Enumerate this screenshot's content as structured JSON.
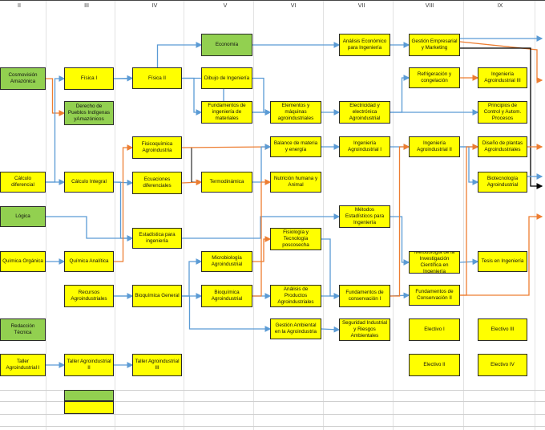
{
  "columns": [
    "II",
    "III",
    "IV",
    "V",
    "VI",
    "VII",
    "VIII",
    "IX"
  ],
  "colors": {
    "yellow": "#ffff00",
    "green": "#92d050",
    "blue": "#5b9bd5",
    "orange": "#ed7d31",
    "black": "#000000"
  },
  "nodes": [
    {
      "id": "cosmovision",
      "label": "Cosmovisión Amazónica",
      "fill": "green"
    },
    {
      "id": "logica",
      "label": "Lógica",
      "fill": "green"
    },
    {
      "id": "redaccion",
      "label": "Redacción Técnica",
      "fill": "green"
    },
    {
      "id": "calculo_dif",
      "label": "Cálculo diferencial",
      "fill": "yellow"
    },
    {
      "id": "quimica_org",
      "label": "Química Orgánica",
      "fill": "yellow"
    },
    {
      "id": "taller1",
      "label": "Taller Agroindustrial I",
      "fill": "yellow"
    },
    {
      "id": "fisica1",
      "label": "Física I",
      "fill": "yellow"
    },
    {
      "id": "derecho",
      "label": "Derecho de Pueblos Indígenas yAmazónicos",
      "fill": "green"
    },
    {
      "id": "calculo_int",
      "label": "Cálculo Integral",
      "fill": "yellow"
    },
    {
      "id": "quimica_an",
      "label": "Química Analítica",
      "fill": "yellow"
    },
    {
      "id": "recursos",
      "label": "Recursos Agroindustriales",
      "fill": "yellow"
    },
    {
      "id": "taller2",
      "label": "Taller Agroindustrial II",
      "fill": "yellow"
    },
    {
      "id": "blank_green",
      "label": "",
      "fill": "green"
    },
    {
      "id": "blank_yellow",
      "label": "",
      "fill": "yellow"
    },
    {
      "id": "fisica2",
      "label": "Física II",
      "fill": "yellow"
    },
    {
      "id": "fisicoquimica",
      "label": "Fisicoquímica Agroindustria",
      "fill": "yellow"
    },
    {
      "id": "ecuaciones",
      "label": "Ecuaciones diferenciales",
      "fill": "yellow"
    },
    {
      "id": "estadistica",
      "label": "Estadística para ingeniería",
      "fill": "yellow"
    },
    {
      "id": "bioquimica",
      "label": "Bioquímica General",
      "fill": "yellow"
    },
    {
      "id": "taller3",
      "label": "Taller Agroindustrial III",
      "fill": "yellow"
    },
    {
      "id": "economia",
      "label": "Economía",
      "fill": "green"
    },
    {
      "id": "dibujo",
      "label": "Dibujo de Ingeniería",
      "fill": "yellow"
    },
    {
      "id": "fundamentos_mat",
      "label": "Fundamentos de ingeniería de materiales",
      "fill": "yellow"
    },
    {
      "id": "termodinamica",
      "label": "Termodinámica",
      "fill": "yellow"
    },
    {
      "id": "microbiologia",
      "label": "Microbiología Agroindustrial",
      "fill": "yellow"
    },
    {
      "id": "bioquimica_agro",
      "label": "Bioquímica Agroindustrial",
      "fill": "yellow"
    },
    {
      "id": "elementos",
      "label": "Elementos y máquinas agroindustriales",
      "fill": "yellow"
    },
    {
      "id": "balance",
      "label": "Balance de materia y energía",
      "fill": "yellow"
    },
    {
      "id": "nutricion",
      "label": "Nutrición humana y Animal",
      "fill": "yellow"
    },
    {
      "id": "fisiologia",
      "label": "Fisiología y Tecnología poscosecha",
      "fill": "yellow"
    },
    {
      "id": "analisis_prod",
      "label": "Análisis de Productos Agroindustriales",
      "fill": "yellow"
    },
    {
      "id": "gestion_amb",
      "label": "Gestión Ambiental en la Agroindustria",
      "fill": "yellow"
    },
    {
      "id": "analisis_eco",
      "label": "Análisis Económico para Ingeniería",
      "fill": "yellow"
    },
    {
      "id": "electricidad",
      "label": "Electricidad y electrónica Agroindustrial",
      "fill": "yellow"
    },
    {
      "id": "ing_agro1",
      "label": "Ingeniería Agroindustrial I",
      "fill": "yellow"
    },
    {
      "id": "metodos_est",
      "label": "Métodos Estadísticos para Ingeniería",
      "fill": "yellow"
    },
    {
      "id": "fund_cons1",
      "label": "Fundamentos de conservación I",
      "fill": "yellow"
    },
    {
      "id": "seguridad",
      "label": "Seguridad Industrial y Riesgos Ambientales",
      "fill": "yellow"
    },
    {
      "id": "gestion_emp",
      "label": "Gestión Empresarial y Marketing",
      "fill": "yellow"
    },
    {
      "id": "refrigeracion",
      "label": "Refrigeración y congelación",
      "fill": "yellow"
    },
    {
      "id": "ing_agro2",
      "label": "Ingeniería Agroindustrial II",
      "fill": "yellow"
    },
    {
      "id": "metodologia",
      "label": "Metodología de la Investigación Científica en Ingeniería",
      "fill": "yellow"
    },
    {
      "id": "fund_cons2",
      "label": "Fundamentos de Conservación II",
      "fill": "yellow"
    },
    {
      "id": "electivo1",
      "label": "Electivo I",
      "fill": "yellow"
    },
    {
      "id": "electivo2",
      "label": "Electivo II",
      "fill": "yellow"
    },
    {
      "id": "ing_agro3",
      "label": "Ingeniería Agroindustrial III",
      "fill": "yellow"
    },
    {
      "id": "principios",
      "label": "Principios de Control y Autom. Procesos",
      "fill": "yellow"
    },
    {
      "id": "diseno",
      "label": "Diseño de plantas Agroindustriales",
      "fill": "yellow"
    },
    {
      "id": "biotecnologia",
      "label": "Biotecnología Agroindustrial",
      "fill": "yellow"
    },
    {
      "id": "tesis",
      "label": "Tesis en Ingeniería",
      "fill": "yellow"
    },
    {
      "id": "electivo3",
      "label": "Electivo III",
      "fill": "yellow"
    },
    {
      "id": "electivo4",
      "label": "Electivo IV",
      "fill": "yellow"
    }
  ],
  "links": [
    {
      "from": "cosmovision",
      "to": "derecho",
      "color": "orange"
    },
    {
      "from": "calculo_dif",
      "to": "fisica1",
      "color": "blue"
    },
    {
      "from": "calculo_dif",
      "to": "calculo_int",
      "color": "blue"
    },
    {
      "from": "logica",
      "to": "estadistica",
      "color": "blue"
    },
    {
      "from": "quimica_org",
      "to": "quimica_an",
      "color": "blue"
    },
    {
      "from": "taller1",
      "to": "taller2",
      "color": "blue"
    },
    {
      "from": "fisica1",
      "to": "fisica2",
      "color": "blue"
    },
    {
      "from": "fisica1",
      "to": "economia",
      "color": "blue"
    },
    {
      "from": "calculo_int",
      "to": "ecuaciones",
      "color": "blue"
    },
    {
      "from": "calculo_int",
      "to": "estadistica",
      "color": "blue"
    },
    {
      "from": "quimica_an",
      "to": "fisicoquimica",
      "color": "orange"
    },
    {
      "from": "recursos",
      "to": "bioquimica",
      "color": "blue"
    },
    {
      "from": "recursos",
      "to": "gestion_amb",
      "color": "blue"
    },
    {
      "from": "taller2",
      "to": "taller3",
      "color": "blue"
    },
    {
      "from": "fisica2",
      "to": "fundamentos_mat",
      "color": "blue"
    },
    {
      "from": "fisica2",
      "to": "elementos",
      "color": "blue"
    },
    {
      "from": "fisicoquimica",
      "to": "termodinamica",
      "color": "black"
    },
    {
      "from": "ecuaciones",
      "to": "termodinamica",
      "color": "orange"
    },
    {
      "from": "fisicoquimica",
      "to": "balance",
      "color": "orange"
    },
    {
      "from": "estadistica",
      "to": "metodos_est",
      "color": "blue"
    },
    {
      "from": "bioquimica",
      "to": "bioquimica_agro",
      "color": "blue"
    },
    {
      "from": "bioquimica",
      "to": "microbiologia",
      "color": "blue"
    },
    {
      "from": "economia",
      "to": "analisis_eco",
      "color": "blue"
    },
    {
      "from": "dibujo",
      "to": "elementos",
      "color": "blue"
    },
    {
      "from": "fundamentos_mat",
      "to": "elementos",
      "color": "blue"
    },
    {
      "from": "termodinamica",
      "to": "balance",
      "color": "blue"
    },
    {
      "from": "microbiologia",
      "to": "fisiologia",
      "color": "orange"
    },
    {
      "from": "bioquimica_agro",
      "to": "analisis_prod",
      "color": "blue"
    },
    {
      "from": "bioquimica_agro",
      "to": "nutricion",
      "color": "orange"
    },
    {
      "from": "elementos",
      "to": "electricidad",
      "color": "blue"
    },
    {
      "from": "balance",
      "to": "ing_agro1",
      "color": "blue"
    },
    {
      "from": "fisiologia",
      "to": "fund_cons1",
      "color": "blue"
    },
    {
      "from": "analisis_prod",
      "to": "fund_cons1",
      "color": "blue"
    },
    {
      "from": "gestion_amb",
      "to": "seguridad",
      "color": "blue"
    },
    {
      "from": "analisis_eco",
      "to": "gestion_emp",
      "color": "blue"
    },
    {
      "from": "electricidad",
      "to": "refrigeracion",
      "color": "blue"
    },
    {
      "from": "electricidad",
      "to": "principios",
      "color": "blue"
    },
    {
      "from": "ing_agro1",
      "to": "ing_agro2",
      "color": "blue"
    },
    {
      "from": "metodos_est",
      "to": "metodologia",
      "color": "blue"
    },
    {
      "from": "fund_cons1",
      "to": "fund_cons2",
      "color": "blue"
    },
    {
      "from": "fund_cons1",
      "to": "ing_agro2",
      "color": "orange"
    },
    {
      "from": "refrigeracion",
      "to": "ing_agro3",
      "color": "orange"
    },
    {
      "from": "ing_agro2",
      "to": "diseno",
      "color": "blue"
    },
    {
      "from": "ing_agro2",
      "to": "biotecnologia",
      "color": "blue"
    },
    {
      "from": "metodologia",
      "to": "tesis",
      "color": "blue"
    },
    {
      "from": "fund_cons2",
      "to": "diseno",
      "color": "orange"
    }
  ]
}
